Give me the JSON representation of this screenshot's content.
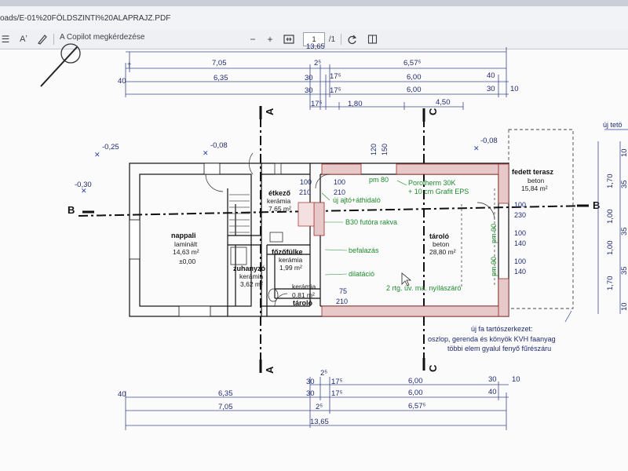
{
  "browser": {
    "url": "oads/E-01%20FÖLDSZINTI%20ALAPRAJZ.PDF"
  },
  "toolbar": {
    "text_tool": "Aʼ",
    "copilot": "A Copilot megkérdezése",
    "zoom_out": "−",
    "zoom_in": "+",
    "page_current": "1",
    "page_total": "/1"
  },
  "dimensions_top": {
    "overall": "13,65",
    "row1": [
      "7,05",
      "2⁵",
      "6,57⁵"
    ],
    "row2": [
      "40",
      "6,35",
      "30",
      "17⁵",
      "6,00",
      "40"
    ],
    "row3": [
      "30",
      "17⁵",
      "6,00",
      "30",
      "10"
    ],
    "row4": [
      "17⁵",
      "1,80",
      "4,50"
    ]
  },
  "dimensions_bottom": {
    "row1": [
      "2⁵",
      "30",
      "17⁵",
      "6,00",
      "30",
      "10"
    ],
    "row2": [
      "40",
      "6,35",
      "30",
      "17⁵",
      "6,00",
      "40"
    ],
    "row3": [
      "7,05",
      "2⁵",
      "6,57⁵"
    ],
    "overall": "13,65"
  },
  "levels": {
    "l1": "-0,25",
    "l2": "-0,08",
    "l3": "-0,30",
    "l4": "-0,08",
    "l5": "±0,00"
  },
  "axes": {
    "a": "A",
    "b": "B",
    "c": "C"
  },
  "rooms": {
    "nappali": {
      "name": "nappali",
      "floor": "laminált",
      "area": "14,63 m²"
    },
    "etkezo": {
      "name": "étkező",
      "floor": "kerámia",
      "area": "7,65 m²"
    },
    "zuhanyzo": {
      "name": "zuhanyzó",
      "floor": "kerámia",
      "area": "3,62 m²"
    },
    "fozofulke": {
      "name": "főzőfülke",
      "floor": "kerámia",
      "area": "1,99 m²"
    },
    "taroloSmall": {
      "name": "tároló",
      "floor": "kerámia",
      "area": "0,81 m²"
    },
    "taroloBig": {
      "name": "tároló",
      "floor": "beton",
      "area": "28,80 m²"
    },
    "terasz": {
      "name": "fedett terasz",
      "floor": "beton",
      "area": "15,84 m²"
    }
  },
  "annotations": {
    "uj_ajto": "új ajtó+áthidaló",
    "b30": "B30 futóra rakva",
    "befalazas": "befalazás",
    "dilatacio": "dilatáció",
    "nyilaszaro": "2 rtg. üv. ma. nyílászáró",
    "porotherm1": "Porotherm 30K",
    "porotherm2": "+ 10 cm Grafit EPS",
    "pm80": "pm 80",
    "pm90a": "pm 90",
    "pm90b": "pm 90",
    "tarto1": "új fa tartószerkezet:",
    "tarto2": "oszlop, gerenda és könyök KVH faanyag",
    "tarto3": "többi elem gyalul fenyő fűrészáru",
    "uj_tet": "új tetö"
  },
  "openings": {
    "d1a": "100",
    "d1b": "210",
    "d2a": "100",
    "d2b": "210",
    "v120": "120",
    "v150": "150",
    "w1a": "100",
    "w1b": "230",
    "w2a": "100",
    "w2b": "140",
    "w3a": "100",
    "w3b": "140",
    "d3a": "75",
    "d3b": "210"
  },
  "right_dims": [
    "1,70",
    "1,00",
    "1,00",
    "1,70"
  ],
  "edge_numbers": [
    "10",
    "35",
    "35",
    "35",
    "10"
  ]
}
